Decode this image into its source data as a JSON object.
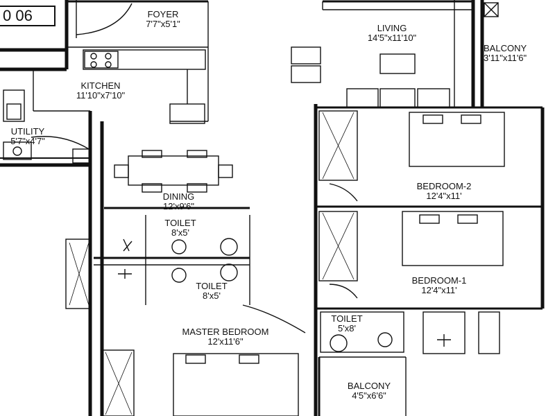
{
  "plan_number": "0 06",
  "rooms": {
    "foyer": {
      "name": "FOYER",
      "dim": "7'7\"x5'1\""
    },
    "living": {
      "name": "LIVING",
      "dim": "14'5\"x11'10\""
    },
    "balcony_top": {
      "name": "BALCONY",
      "dim": "3'11\"x11'6\""
    },
    "kitchen": {
      "name": "KITCHEN",
      "dim": "11'10\"x7'10\""
    },
    "utility": {
      "name": "UTILITY",
      "dim": "5'7\"x4'7\""
    },
    "dining": {
      "name": "DINING",
      "dim": "12'x9'6\""
    },
    "bedroom2": {
      "name": "BEDROOM-2",
      "dim": "12'4\"x11'"
    },
    "toilet_a": {
      "name": "TOILET",
      "dim": "8'x5'"
    },
    "toilet_b": {
      "name": "TOILET",
      "dim": "8'x5'"
    },
    "bedroom1": {
      "name": "BEDROOM-1",
      "dim": "12'4\"x11'"
    },
    "toilet_c": {
      "name": "TOILET",
      "dim": "5'x8'"
    },
    "master_bedroom": {
      "name": "MASTER BEDROOM",
      "dim": "12'x11'6\""
    },
    "balcony_bottom": {
      "name": "BALCONY",
      "dim": "4'5\"x6'6\""
    }
  }
}
